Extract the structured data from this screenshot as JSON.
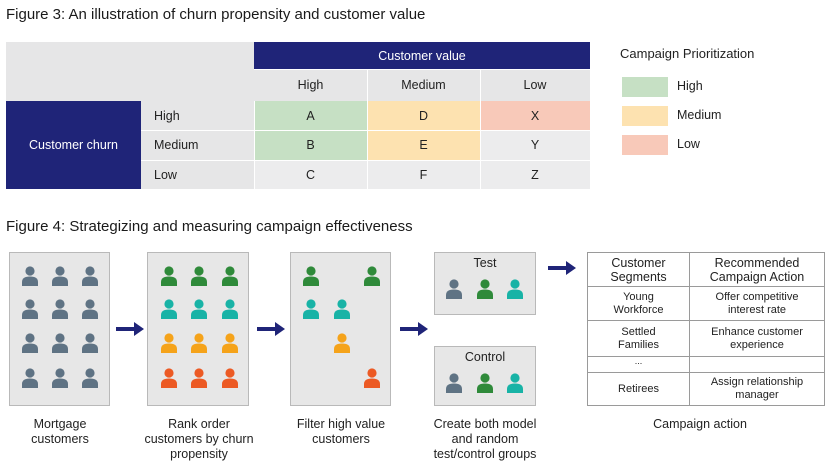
{
  "figure3": {
    "title": "Figure 3: An illustration of churn propensity and customer value",
    "col_header": "Customer value",
    "col_levels": [
      "High",
      "Medium",
      "Low"
    ],
    "row_header": "Customer churn",
    "row_levels": [
      "High",
      "Medium",
      "Low"
    ],
    "cells": [
      [
        {
          "label": "A",
          "priority": "high"
        },
        {
          "label": "D",
          "priority": "medium"
        },
        {
          "label": "X",
          "priority": "low"
        }
      ],
      [
        {
          "label": "B",
          "priority": "high"
        },
        {
          "label": "E",
          "priority": "medium"
        },
        {
          "label": "Y",
          "priority": "none"
        }
      ],
      [
        {
          "label": "C",
          "priority": "none"
        },
        {
          "label": "F",
          "priority": "none"
        },
        {
          "label": "Z",
          "priority": "none"
        }
      ]
    ],
    "legend": {
      "title": "Campaign Prioritization",
      "items": [
        {
          "label": "High",
          "color": "#c6e0c4"
        },
        {
          "label": "Medium",
          "color": "#fde2b0"
        },
        {
          "label": "Low",
          "color": "#f8c9b9"
        }
      ]
    }
  },
  "figure4": {
    "title": "Figure 4: Strategizing and measuring campaign effectiveness",
    "colors": {
      "grey": "#5f7384",
      "green": "#2f8a3a",
      "teal": "#18b3a6",
      "amber": "#f5a31a",
      "red": "#ec5a24",
      "arrow": "#1f2478"
    },
    "steps": [
      {
        "caption": "Mortgage\ncustomers"
      },
      {
        "caption": "Rank order\ncustomers by churn\npropensity"
      },
      {
        "caption": "Filter high value\ncustomers"
      },
      {
        "caption": "Create both model\nand random\ntest/control groups"
      },
      {
        "caption": "Campaign action"
      }
    ],
    "groups": {
      "test": "Test",
      "control": "Control"
    },
    "action_table": {
      "headers": [
        "Customer\nSegments",
        "Recommended\nCampaign Action"
      ],
      "rows": [
        [
          "Young\nWorkforce",
          "Offer competitive\ninterest rate"
        ],
        [
          "Settled\nFamilies",
          "Enhance customer\nexperience"
        ],
        [
          "...",
          ""
        ],
        [
          "Retirees",
          "Assign relationship\nmanager"
        ]
      ]
    }
  }
}
